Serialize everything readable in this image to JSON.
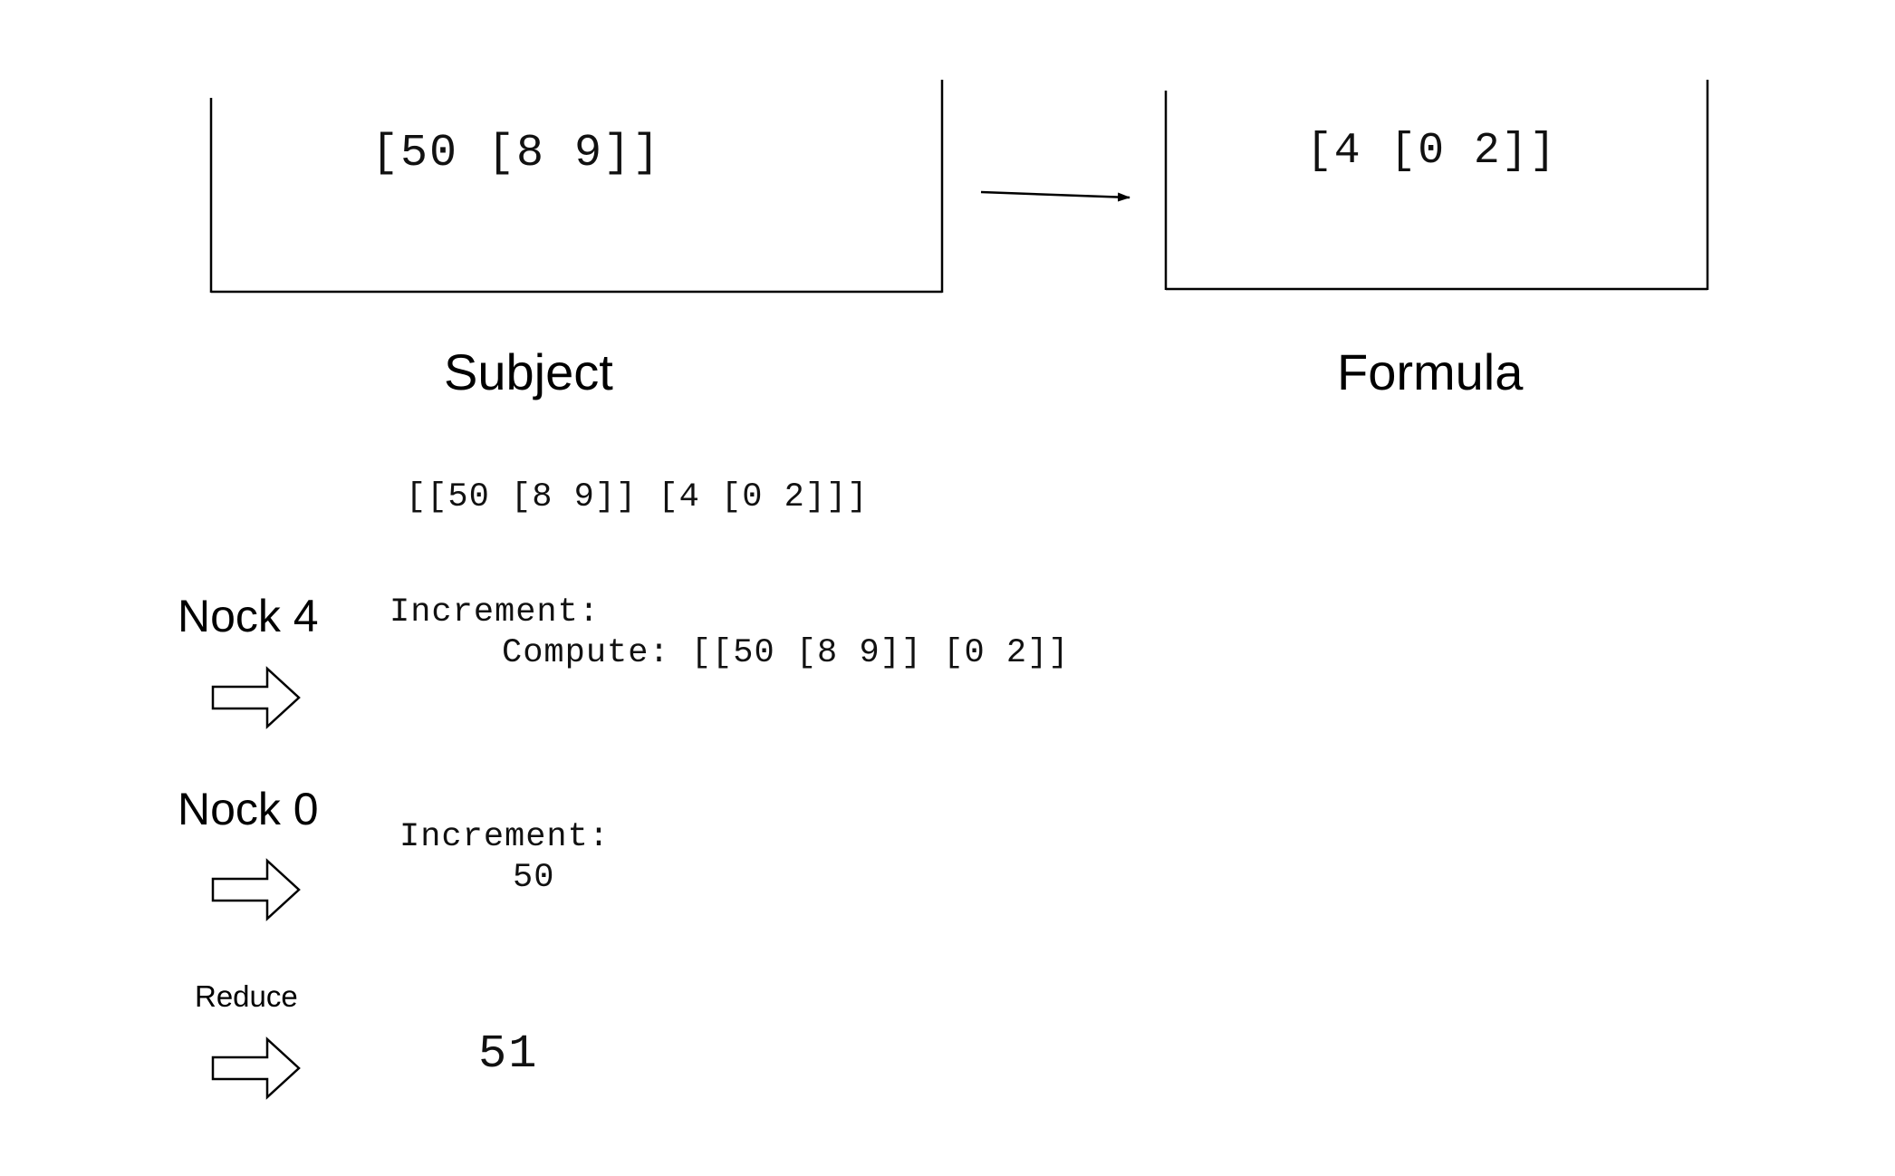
{
  "boxes": {
    "subject": {
      "value": "[50 [8 9]]",
      "label": "Subject"
    },
    "formula": {
      "value": "[4 [0 2]]",
      "label": "Formula"
    }
  },
  "combined": "[[50 [8 9]] [4 [0 2]]]",
  "steps": [
    {
      "label": "Nock 4",
      "lines": [
        "Increment:",
        "Compute: [[50 [8 9]] [0 2]]"
      ]
    },
    {
      "label": "Nock 0",
      "lines": [
        "Increment:",
        "50"
      ]
    },
    {
      "label": "Reduce",
      "lines": [
        "51"
      ]
    }
  ],
  "colors": {
    "stroke": "#000000",
    "text": "#111111",
    "background": "#ffffff"
  },
  "icons": [
    "right-arrow-icon",
    "block-arrow-icon"
  ]
}
